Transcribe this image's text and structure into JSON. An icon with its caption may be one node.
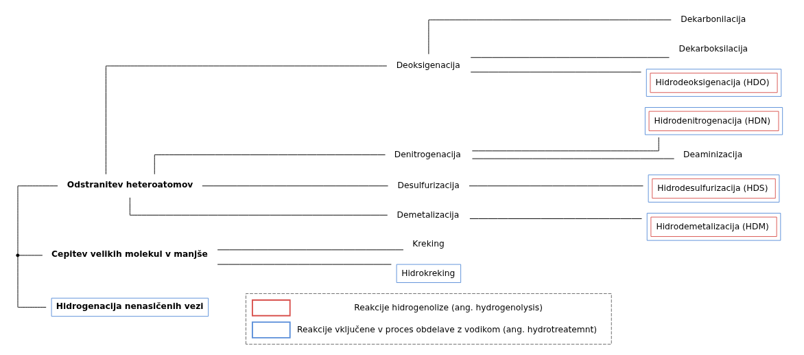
{
  "diagram": {
    "nodes": [
      {
        "text": [],
        "shape": "circle"
      },
      {
        "text": [
          "Odstranitev heteroatomov"
        ]
      },
      {
        "text": [
          "Deoksigenacija"
        ]
      },
      {
        "text": [
          "Dekarbonilacija"
        ]
      },
      {
        "text": [
          "Dekarboksilacija"
        ]
      },
      {
        "text": [
          "Hidrodeoksigenacija (HDO)"
        ]
      },
      {
        "text": [
          "Denitrogenacija"
        ]
      },
      {
        "text": [
          "Hidrodenitrogenacija (HDN)"
        ]
      },
      {
        "text": [
          "Deaminizacija"
        ]
      },
      {
        "text": [
          "Desulfurizacija"
        ]
      },
      {
        "text": [
          "Hidrodesulfurizacija (HDS)"
        ]
      },
      {
        "text": [
          "Demetalizacija"
        ]
      },
      {
        "text": [
          "Hidrodemetalizacija (HDM)"
        ]
      },
      {
        "text": [
          "Cepitev velikih molekul v manjše"
        ]
      },
      {
        "text": [
          "Kreking"
        ]
      },
      {
        "text": [
          "Hidrokreking"
        ]
      },
      {
        "text": [
          "Hidrogenacija nenasičenih vezi"
        ]
      }
    ],
    "edges": [
      {
        "from": 0,
        "to": 1,
        "arrow": "none"
      },
      {
        "from": 0,
        "to": 13,
        "arrow": "none"
      },
      {
        "from": 0,
        "to": 16,
        "arrow": "none"
      },
      {
        "from": 1,
        "to": 2,
        "arrow": "none"
      },
      {
        "from": 2,
        "to": 3,
        "arrow": "none"
      },
      {
        "from": 2,
        "to": 4,
        "arrow": "none"
      },
      {
        "from": 2,
        "to": 5,
        "arrow": "none"
      },
      {
        "from": 1,
        "to": 6,
        "arrow": "none"
      },
      {
        "from": 6,
        "to": 7,
        "arrow": "none"
      },
      {
        "from": 6,
        "to": 8,
        "arrow": "none"
      },
      {
        "from": 1,
        "to": 9,
        "arrow": "none"
      },
      {
        "from": 9,
        "to": 10,
        "arrow": "none"
      },
      {
        "from": 1,
        "to": 11,
        "arrow": "none"
      },
      {
        "from": 11,
        "to": 12,
        "arrow": "none"
      },
      {
        "from": 13,
        "to": 14,
        "arrow": "none"
      },
      {
        "from": 13,
        "to": 15,
        "arrow": "none"
      }
    ],
    "legend": [
      {
        "text": "Reakcije hidrogenolize (ang. hydrogenolysis)"
      },
      {
        "text": "Reakcije vključene v proces obdelave z vodikom (ang. hydrotreatemnt)"
      }
    ]
  }
}
